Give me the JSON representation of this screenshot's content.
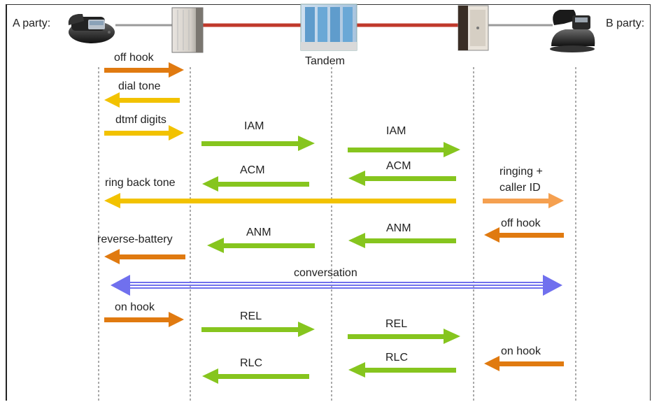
{
  "header": {
    "a_party": "A party:",
    "b_party": "B party:",
    "tandem": "Tandem"
  },
  "icons": [
    "a-phone-icon",
    "a-switch-icon",
    "tandem-switch-icon",
    "b-switch-icon",
    "b-phone-icon"
  ],
  "colors": {
    "local_loop": "#e07a10",
    "tone": "#f2c200",
    "isup": "#86c51e",
    "ringing": "#f5a050",
    "conversation": "#7070ee",
    "trunk": "#c0392b"
  },
  "signals": {
    "off_hook_a": "off hook",
    "dial_tone": "dial tone",
    "dtmf": "dtmf digits",
    "iam_1": "IAM",
    "iam_2": "IAM",
    "acm_1": "ACM",
    "acm_2": "ACM",
    "ring_back": "ring back tone",
    "ringing": "ringing +",
    "caller_id": "caller ID",
    "anm_1": "ANM",
    "anm_2": "ANM",
    "off_hook_b": "off hook",
    "reverse_battery": "reverse-battery",
    "conversation": "conversation",
    "on_hook_a": "on hook",
    "rel_1": "REL",
    "rel_2": "REL",
    "rlc_1": "RLC",
    "rlc_2": "RLC",
    "on_hook_b": "on hook"
  }
}
